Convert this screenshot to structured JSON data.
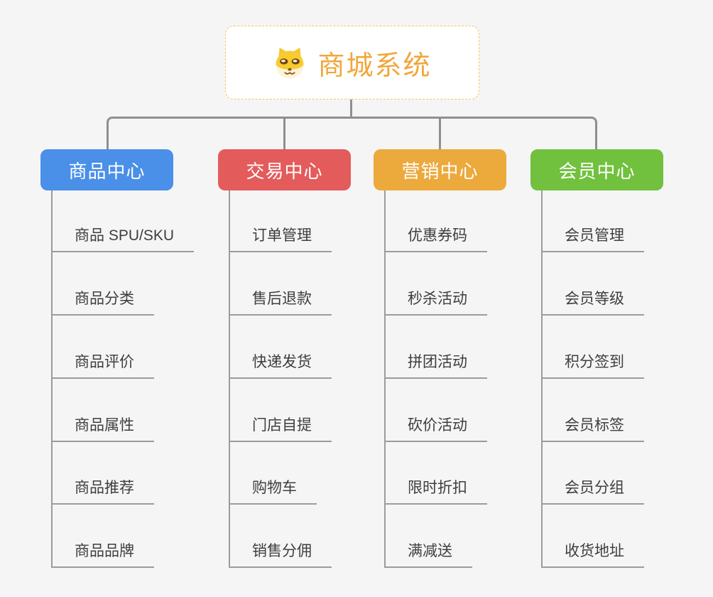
{
  "root": {
    "title": "商城系统",
    "icon": "shiba-dog-icon",
    "accent_color": "#f0a73c",
    "border_color": "#f7c35f"
  },
  "branches": [
    {
      "id": "product-center",
      "label": "商品中心",
      "color": "#4a8fe8",
      "items": [
        "商品 SPU/SKU",
        "商品分类",
        "商品评价",
        "商品属性",
        "商品推荐",
        "商品品牌"
      ]
    },
    {
      "id": "trade-center",
      "label": "交易中心",
      "color": "#e45b5b",
      "items": [
        "订单管理",
        "售后退款",
        "快递发货",
        "门店自提",
        "购物车",
        "销售分佣"
      ]
    },
    {
      "id": "marketing-center",
      "label": "营销中心",
      "color": "#eca93c",
      "items": [
        "优惠券码",
        "秒杀活动",
        "拼团活动",
        "砍价活动",
        "限时折扣",
        "满减送"
      ]
    },
    {
      "id": "member-center",
      "label": "会员中心",
      "color": "#71c13f",
      "items": [
        "会员管理",
        "会员等级",
        "积分签到",
        "会员标签",
        "会员分组",
        "收货地址"
      ]
    }
  ],
  "colors": {
    "background": "#f5f5f6",
    "connector": "#8f8f8f",
    "leaf_line": "#9c9c9c",
    "leaf_text": "#3e3e3e",
    "branch_text": "#ffffff"
  }
}
